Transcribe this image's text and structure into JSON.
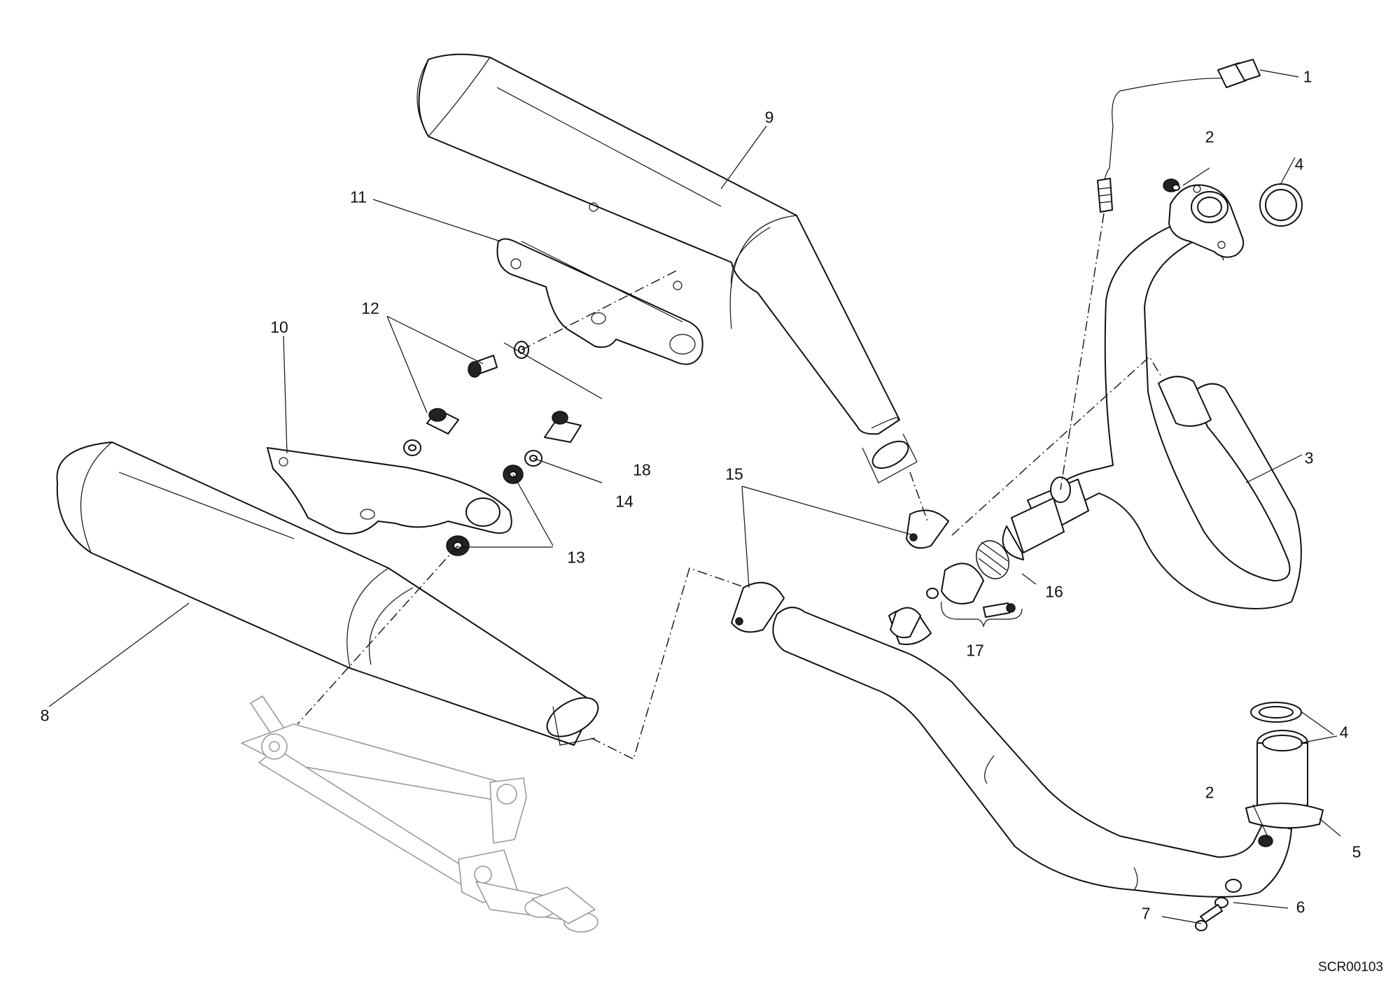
{
  "diagram": {
    "type": "exploded-parts-diagram",
    "drawing_code": "SCR00103",
    "callouts": [
      "1",
      "2",
      "3",
      "4",
      "2",
      "4",
      "5",
      "6",
      "7",
      "8",
      "9",
      "10",
      "11",
      "12",
      "13",
      "14",
      "15",
      "16",
      "17",
      "18"
    ]
  }
}
